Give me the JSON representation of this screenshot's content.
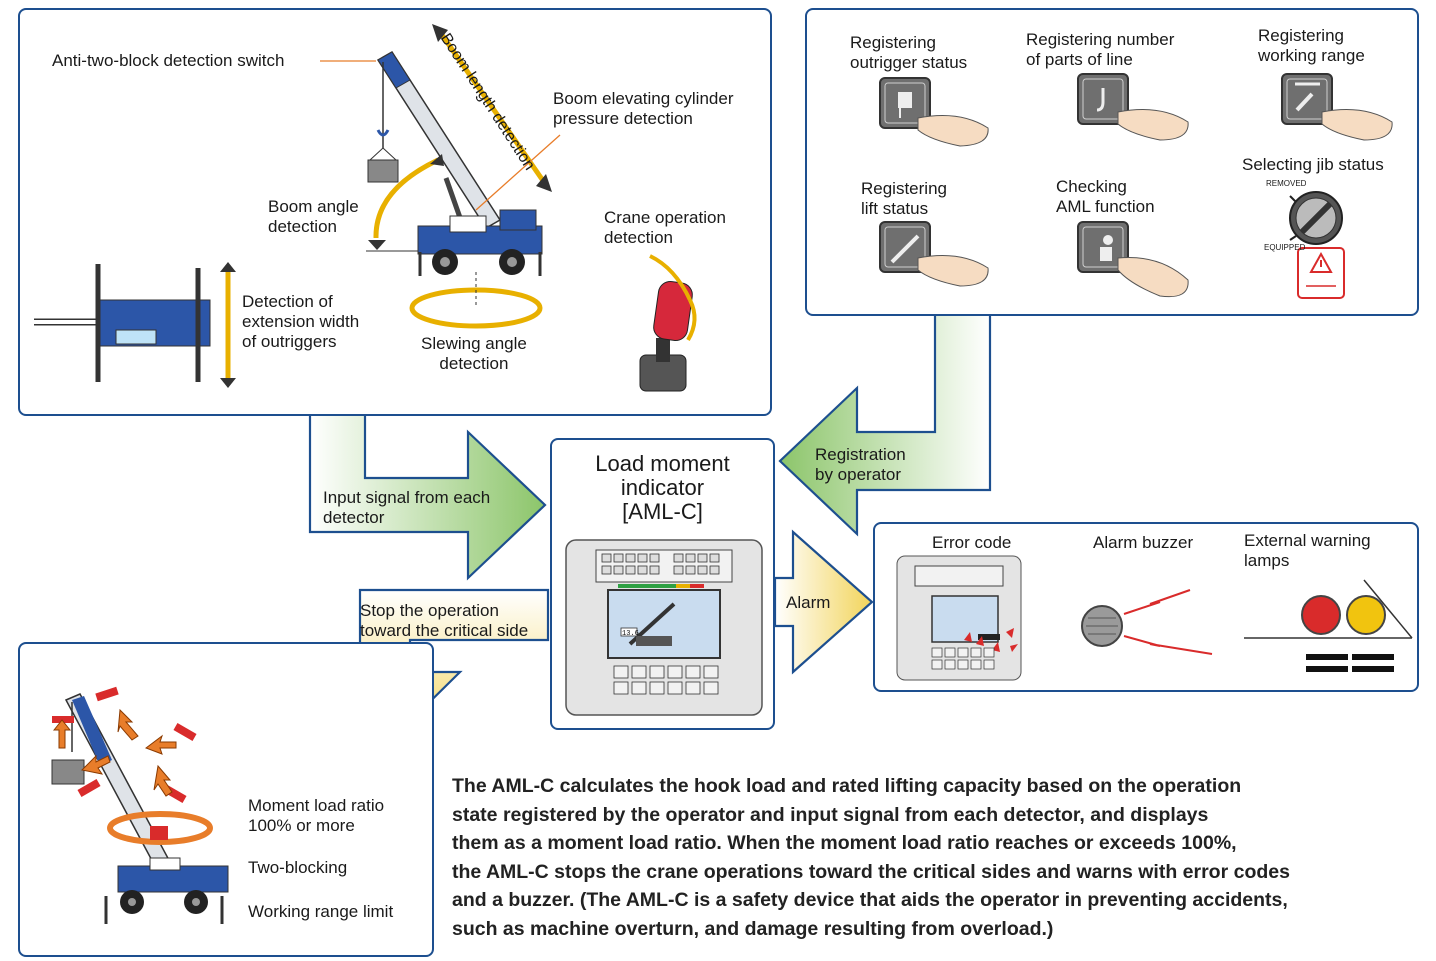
{
  "detectors": {
    "anti_two_block": "Anti-two-block detection switch",
    "boom_length": "Boom length detection",
    "boom_cylinder": "Boom elevating cylinder\npressure detection",
    "boom_angle": "Boom angle\ndetection",
    "crane_operation": "Crane operation\ndetection",
    "outrigger_width": "Detection of\nextension width\nof outriggers",
    "slewing_angle": "Slewing angle\ndetection"
  },
  "registration": {
    "outrigger": "Registering\noutrigger status",
    "parts_of_line": "Registering number\nof parts of line",
    "working_range": "Registering\nworking range",
    "jib_status": "Selecting jib status",
    "jib_removed": "REMOVED",
    "jib_equipped": "EQUIPPED",
    "lift_status": "Registering\nlift status",
    "aml_function": "Checking\nAML function"
  },
  "flow": {
    "input_signal": "Input signal from each\ndetector",
    "registration_by_operator": "Registration\nby operator",
    "stop_operation": "Stop the operation\ntoward the critical side",
    "alarm": "Alarm"
  },
  "indicator": {
    "title": "Load moment\nindicator\n[AML-C]",
    "screen_value": "13.6"
  },
  "alarm_panel": {
    "error_code": "Error code",
    "alarm_buzzer": "Alarm buzzer",
    "external_lamps": "External warning\nlamps"
  },
  "limits": {
    "moment_ratio": "Moment load ratio\n100% or more",
    "two_blocking": "Two-blocking",
    "working_range_limit": "Working range limit"
  },
  "description": "The AML-C calculates the hook load and rated lifting capacity based on the operation\nstate registered by the operator and input signal from each detector, and displays\nthem as a moment load ratio. When the moment load ratio reaches or exceeds 100%,\nthe AML-C stops the crane operations toward the critical sides and warns with error codes\nand a buzzer. (The AML-C is a safety device that aids the operator in preventing accidents,\nsuch as machine overturn, and damage resulting from overload.)",
  "colors": {
    "panel_border": "#1d4f8f",
    "arrow_green": "#8cc56a",
    "arrow_yellow": "#f2d45a",
    "crane_blue": "#2c56a8",
    "lamp_red": "#d92b2b",
    "lamp_yellow": "#f1c40f"
  }
}
